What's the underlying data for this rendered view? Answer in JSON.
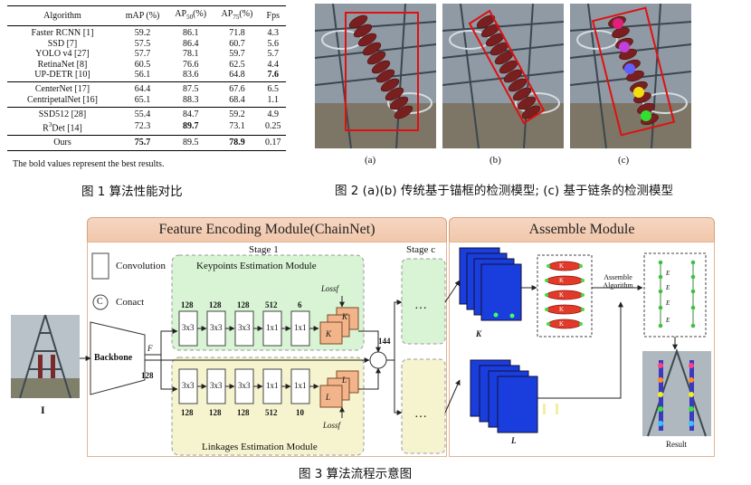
{
  "fig1": {
    "headers": [
      "Algorithm",
      "mAP (%)",
      "AP50(%)",
      "AP75(%)",
      "Fps"
    ],
    "groups": [
      [
        [
          "Faster RCNN [1]",
          "59.2",
          "86.1",
          "71.8",
          "4.3"
        ],
        [
          "SSD [7]",
          "57.5",
          "86.4",
          "60.7",
          "5.6"
        ],
        [
          "YOLO v4 [27]",
          "57.7",
          "78.1",
          "59.7",
          "5.7"
        ],
        [
          "RetinaNet [8]",
          "60.5",
          "76.6",
          "62.5",
          "4.4"
        ],
        [
          "UP-DETR [10]",
          "56.1",
          "83.6",
          "64.8",
          "7.6"
        ]
      ],
      [
        [
          "CenterNet [17]",
          "64.4",
          "87.5",
          "67.6",
          "6.5"
        ],
        [
          "CentripetalNet [16]",
          "65.1",
          "88.3",
          "68.4",
          "1.1"
        ]
      ],
      [
        [
          "SSD512 [28]",
          "55.4",
          "84.7",
          "59.2",
          "4.9"
        ],
        [
          "R3Det [14]",
          "72.3",
          "89.7",
          "73.1",
          "0.25"
        ]
      ],
      [
        [
          "Ours",
          "75.7",
          "89.5",
          "78.9",
          "0.17"
        ]
      ]
    ],
    "note": "The bold values represent the best results.",
    "caption": "图 1 算法性能对比"
  },
  "fig2": {
    "labels": [
      "(a)",
      "(b)",
      "(c)"
    ],
    "caption": "图 2 (a)(b) 传统基于锚框的检测模型;   (c) 基于链条的检测模型"
  },
  "fig3": {
    "feature_title": "Feature Encoding Module(ChainNet)",
    "assemble_title": "Assemble Module",
    "stage1": "Stage 1",
    "stagec": "Stage c",
    "legend_conv": "Convolution",
    "legend_concat": "Conact",
    "legend_c": "C",
    "kp_title": "Keypoints Estimation Module",
    "lk_title": "Linkages Estimation Module",
    "loss_k": "Lossf",
    "loss_l": "Lossf",
    "backbone": "Backbone",
    "input_label": "I",
    "feat_f": "F",
    "n128": "128",
    "n144": "144",
    "kp_top": [
      "128",
      "128",
      "128",
      "512",
      "6"
    ],
    "kp_blocks": [
      "3x3",
      "3x3",
      "3x3",
      "1x1",
      "1x1"
    ],
    "lk_blocks": [
      "3x3",
      "3x3",
      "3x3",
      "1x1",
      "1x1"
    ],
    "lk_bottom": [
      "128",
      "128",
      "128",
      "512",
      "10"
    ],
    "k_out": [
      "K",
      "K"
    ],
    "l_out": [
      "L",
      "L"
    ],
    "dots": "…",
    "map_k": "K",
    "map_l": "L",
    "assemble_alg": "Assemble Algorithm",
    "result": "Result",
    "k_list": [
      "K",
      "K",
      "K",
      "K",
      "K"
    ],
    "e_list": [
      "E",
      "E",
      "E",
      "E"
    ],
    "caption": "图 3 算法流程示意图"
  }
}
